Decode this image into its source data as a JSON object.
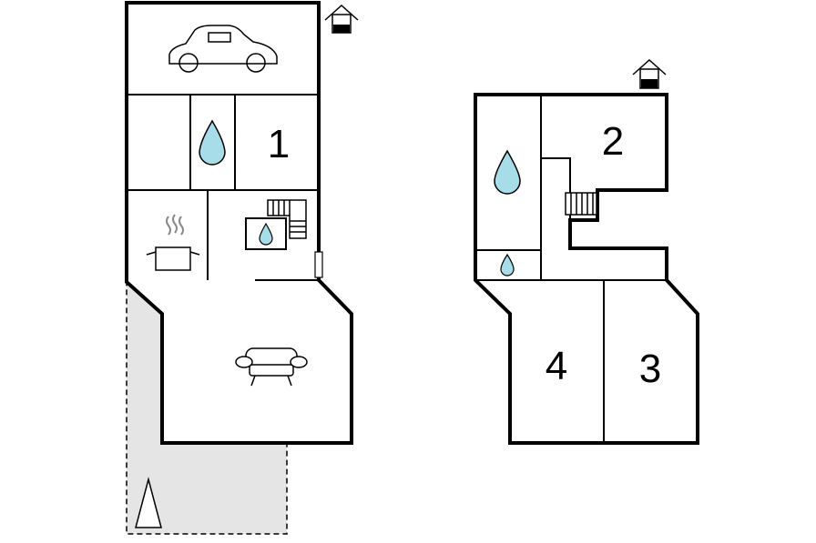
{
  "rooms": [
    {
      "id": "bedroom-1",
      "label": "1"
    },
    {
      "id": "bedroom-2",
      "label": "2"
    },
    {
      "id": "bedroom-3",
      "label": "3"
    },
    {
      "id": "bedroom-4",
      "label": "4"
    }
  ],
  "colors": {
    "water": "#a7dde8",
    "terrace": "#e5e5e5",
    "wall": "#000000"
  },
  "icons": [
    "car-icon",
    "water-drop-icon",
    "stairs-icon",
    "sink-icon",
    "kitchen-pot-icon",
    "sofa-icon",
    "entrance-icon",
    "north-arrow-icon"
  ]
}
